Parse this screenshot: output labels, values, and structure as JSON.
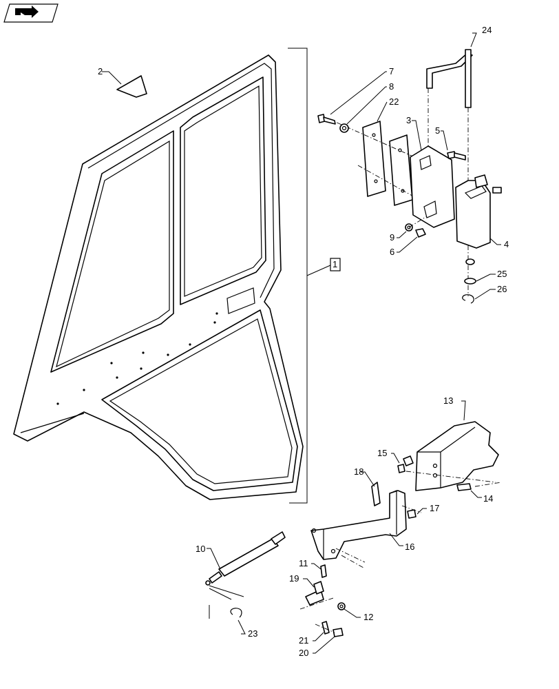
{
  "nav_icon": "next-page-arrow-icon",
  "callouts": {
    "c1": "1",
    "c2": "2",
    "c3": "3",
    "c4": "4",
    "c5": "5",
    "c6": "6",
    "c7": "7",
    "c8": "8",
    "c9": "9",
    "c10": "10",
    "c11": "11",
    "c12": "12",
    "c13": "13",
    "c14": "14",
    "c15": "15",
    "c16": "16",
    "c17": "17",
    "c18": "18",
    "c19": "19",
    "c20": "20",
    "c21": "21",
    "c22": "22",
    "c23": "23",
    "c24": "24",
    "c25": "25",
    "c26": "26"
  }
}
